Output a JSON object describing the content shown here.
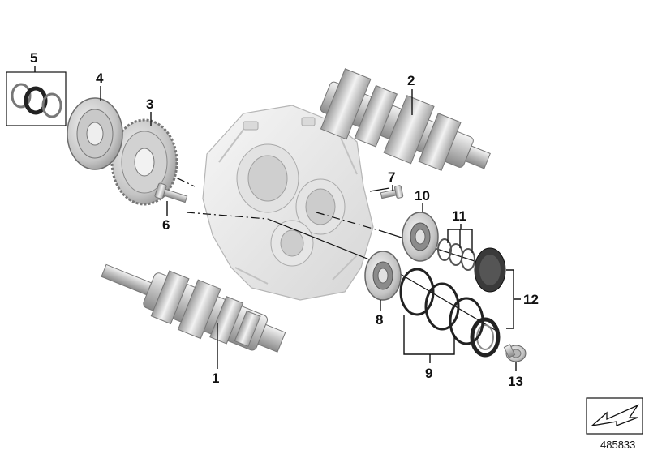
{
  "diagram": {
    "reference_number": "485833",
    "callouts": [
      {
        "id": "1",
        "part": "input shaft"
      },
      {
        "id": "2",
        "part": "countershaft"
      },
      {
        "id": "3",
        "part": "gear wheel"
      },
      {
        "id": "4",
        "part": "clutch hub"
      },
      {
        "id": "5",
        "part": "circlip set"
      },
      {
        "id": "6",
        "part": "bolt"
      },
      {
        "id": "7",
        "part": "bolt"
      },
      {
        "id": "8",
        "part": "ball bearing"
      },
      {
        "id": "9",
        "part": "shim rings"
      },
      {
        "id": "10",
        "part": "ball bearing"
      },
      {
        "id": "11",
        "part": "shims"
      },
      {
        "id": "12",
        "part": "cover and seal"
      },
      {
        "id": "13",
        "part": "plug screw"
      }
    ],
    "colors": {
      "metal_light": "#e8e8e8",
      "metal_mid": "#bdbdbd",
      "metal_dark": "#6e6e6e",
      "housing": "#efefef",
      "rubber": "#2a2a2a",
      "ink": "#111111"
    }
  }
}
